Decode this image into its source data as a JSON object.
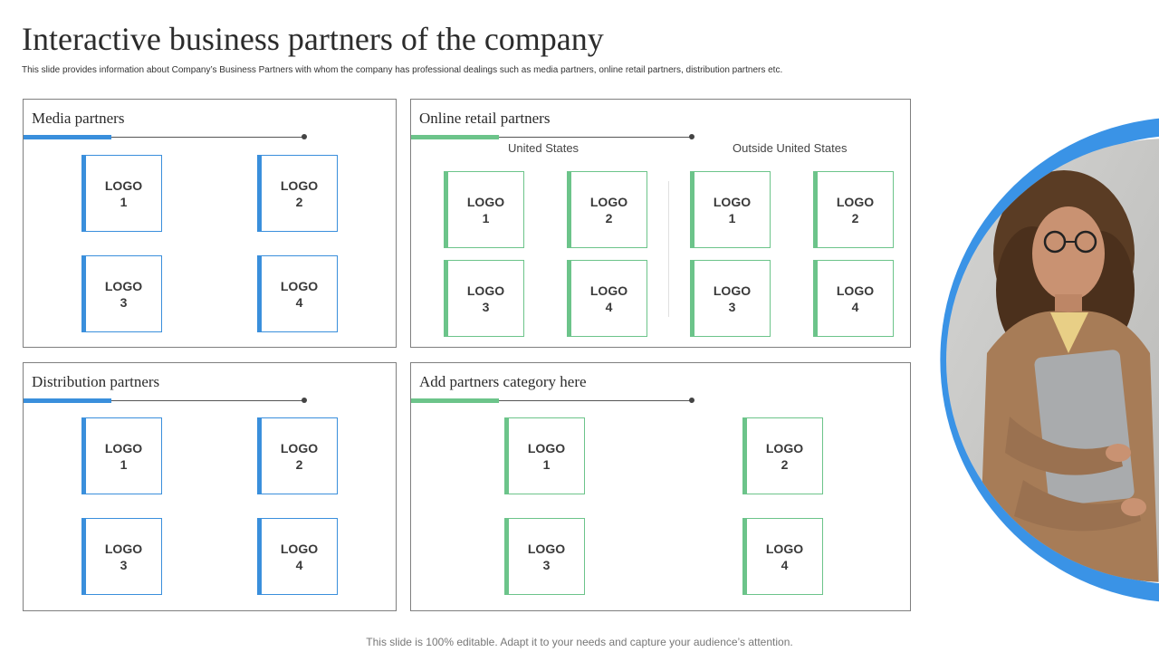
{
  "title": "Interactive business partners of the company",
  "subtitle": "This slide provides information about Company’s Business Partners with whom the company has professional dealings such as media partners, online retail partners, distribution partners etc.",
  "footer": "This slide is 100% editable. Adapt it to your needs and capture your audience’s attention.",
  "colors": {
    "blue_accent": "#3a8fdc",
    "green_accent": "#6cc48a",
    "border": "#7f7f7f"
  },
  "media": {
    "heading": "Media partners",
    "logos": [
      {
        "word": "LOGO",
        "num": "1"
      },
      {
        "word": "LOGO",
        "num": "2"
      },
      {
        "word": "LOGO",
        "num": "3"
      },
      {
        "word": "LOGO",
        "num": "4"
      }
    ]
  },
  "online": {
    "heading": "Online retail partners",
    "us_label": "United States",
    "outside_label": "Outside United States",
    "us_logos": [
      {
        "word": "LOGO",
        "num": "1"
      },
      {
        "word": "LOGO",
        "num": "2"
      },
      {
        "word": "LOGO",
        "num": "3"
      },
      {
        "word": "LOGO",
        "num": "4"
      }
    ],
    "outside_logos": [
      {
        "word": "LOGO",
        "num": "1"
      },
      {
        "word": "LOGO",
        "num": "2"
      },
      {
        "word": "LOGO",
        "num": "3"
      },
      {
        "word": "LOGO",
        "num": "4"
      }
    ]
  },
  "distribution": {
    "heading": "Distribution partners",
    "logos": [
      {
        "word": "LOGO",
        "num": "1"
      },
      {
        "word": "LOGO",
        "num": "2"
      },
      {
        "word": "LOGO",
        "num": "3"
      },
      {
        "word": "LOGO",
        "num": "4"
      }
    ]
  },
  "custom": {
    "heading": "Add partners category here",
    "logos": [
      {
        "word": "LOGO",
        "num": "1"
      },
      {
        "word": "LOGO",
        "num": "2"
      },
      {
        "word": "LOGO",
        "num": "3"
      },
      {
        "word": "LOGO",
        "num": "4"
      }
    ]
  }
}
